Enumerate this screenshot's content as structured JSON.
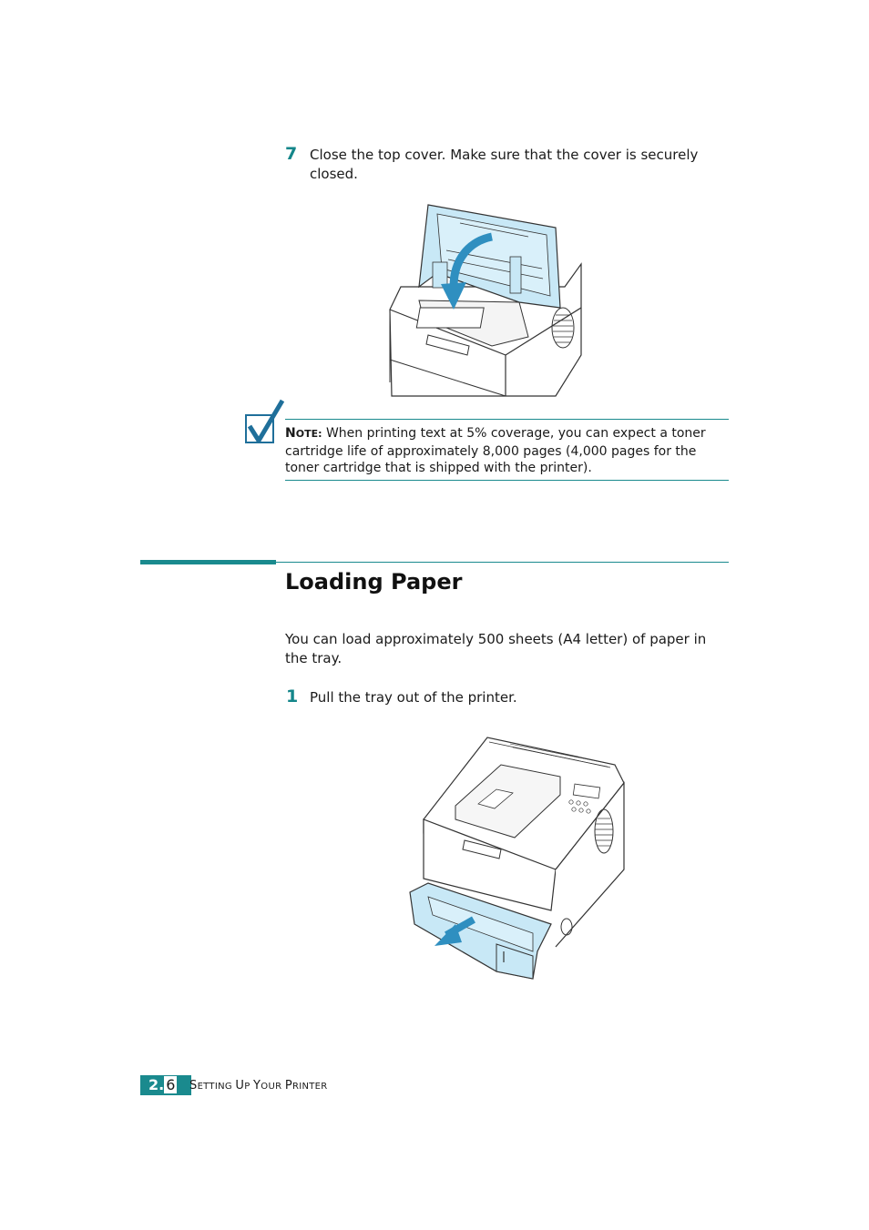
{
  "step7": {
    "number": "7",
    "text_line1": "Close the top cover. Make sure that the cover is securely",
    "text_line2": "closed."
  },
  "note": {
    "label_first": "N",
    "label_rest": "OTE:",
    "line1": "When printing text at 5% coverage, you can expect a toner",
    "line2": "cartridge life of approximately 8,000 pages (4,000 pages for the",
    "line3": "toner cartridge that is shipped with the printer)."
  },
  "section": {
    "title": "Loading Paper",
    "intro_line1": "You can load approximately 500 sheets (A4 letter) of paper in",
    "intro_line2": "the tray."
  },
  "step1": {
    "number": "1",
    "text": "Pull the tray out of the printer."
  },
  "footer": {
    "chapter": "2.",
    "page": "6",
    "title_parts": [
      "S",
      "ETTING ",
      "U",
      "P ",
      "Y",
      "OUR ",
      "P",
      "RINTER"
    ]
  },
  "colors": {
    "accent": "#1a8a8e",
    "illustration_blue": "#c8e8f6",
    "arrow_blue": "#2f8fc0"
  },
  "icons": {
    "note": "checkmark-note-icon",
    "illustration1": "printer-top-cover-closing",
    "illustration2": "printer-tray-pull"
  }
}
